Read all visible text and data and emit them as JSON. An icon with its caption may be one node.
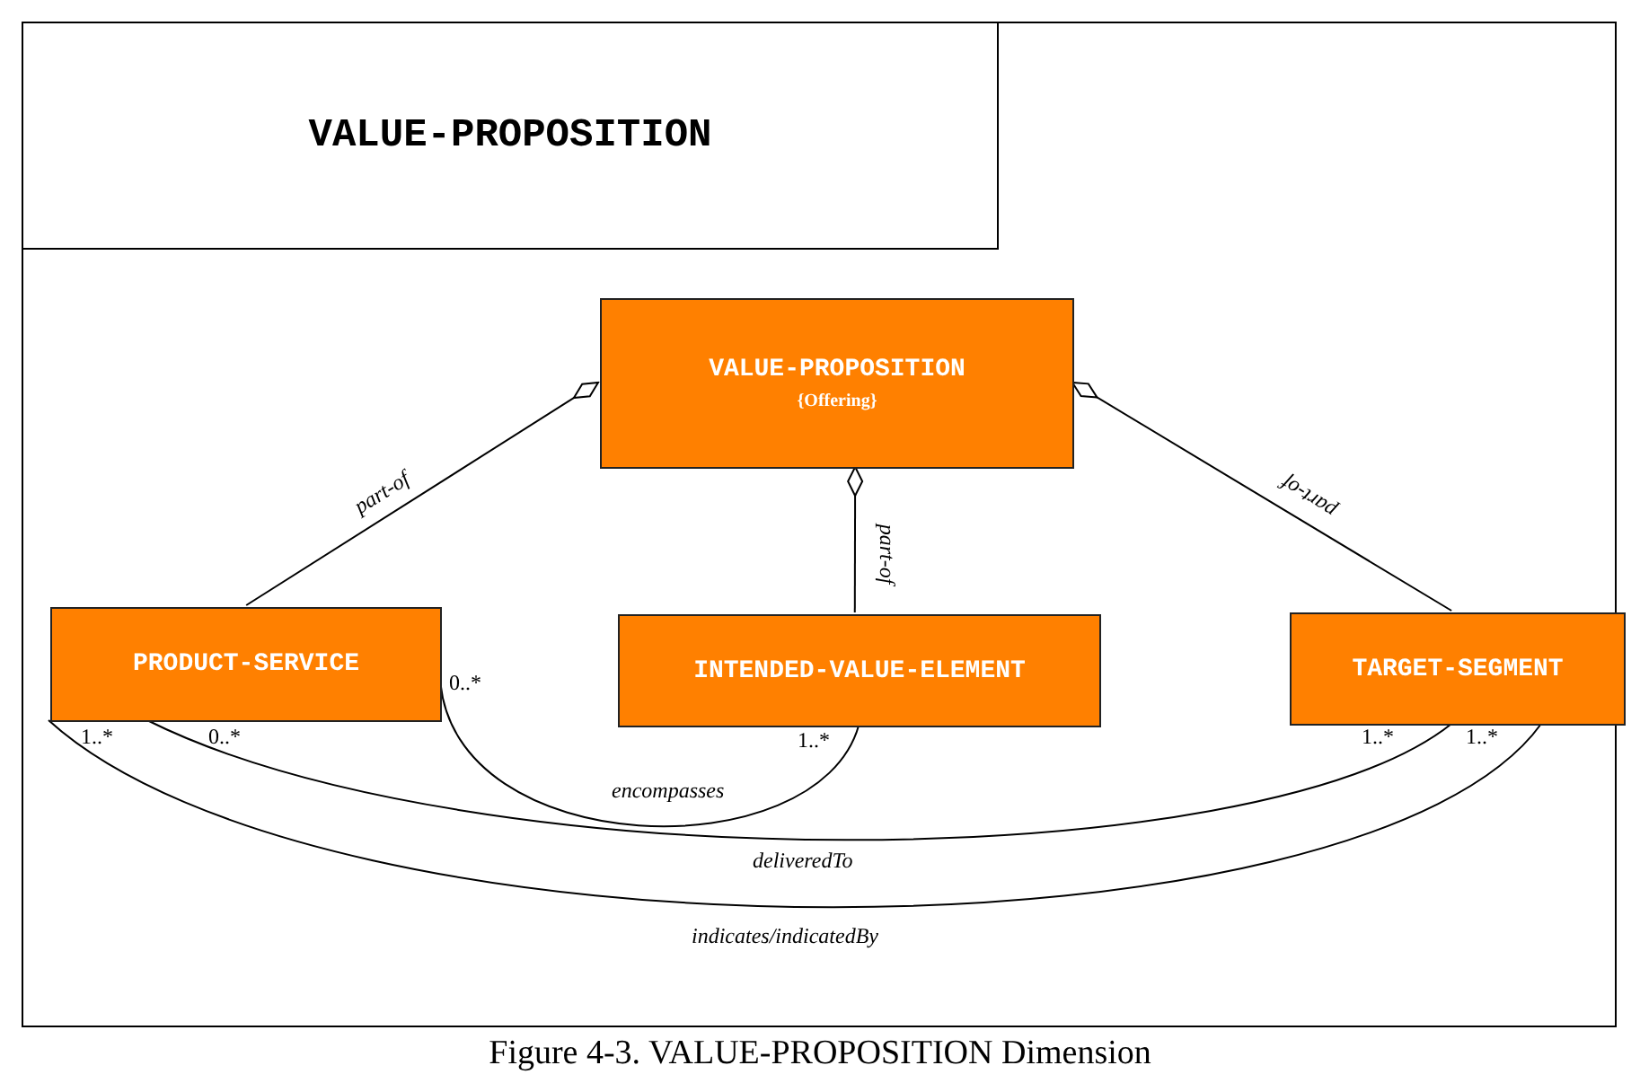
{
  "diagram": {
    "caption": "Figure 4-3. VALUE-PROPOSITION Dimension",
    "nodes": [
      {
        "text": [
          "VALUE-PROPOSITION"
        ]
      },
      {
        "text": [
          "VALUE-PROPOSITION",
          "{Offering}"
        ],
        "in": 0
      },
      {
        "text": [
          "PRODUCT-SERVICE"
        ],
        "in": 0
      },
      {
        "text": [
          "INTENDED-VALUE-ELEMENT"
        ],
        "in": 0
      },
      {
        "text": [
          "TARGET-SEGMENT"
        ],
        "in": 0
      }
    ],
    "edges": [
      {
        "from": 2,
        "to": 1,
        "arrow": "other",
        "label": "part-of"
      },
      {
        "from": 3,
        "to": 1,
        "arrow": "other",
        "label": "part-of"
      },
      {
        "from": 4,
        "to": 1,
        "arrow": "other",
        "label": "part-of"
      },
      {
        "from": 2,
        "to": 3,
        "arrow": "none",
        "label": "encompasses"
      },
      {
        "from": 2,
        "to": 4,
        "arrow": "none",
        "label": "deliveredTo"
      },
      {
        "from": 2,
        "to": 4,
        "arrow": "none",
        "label": "indicates/indicatedBy"
      }
    ],
    "labels": [
      "0..*",
      "1..*",
      "0..*",
      "1..*",
      "1..*",
      "1..*"
    ]
  }
}
